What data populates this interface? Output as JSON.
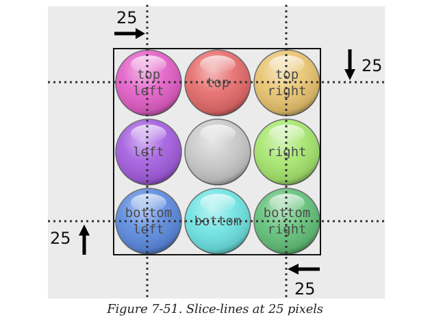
{
  "caption": "Figure 7-51. Slice-lines at 25 pixels",
  "slice_labels": {
    "top": "25",
    "right": "25",
    "bottom": "25",
    "left": "25"
  },
  "balls": [
    {
      "id": "top-left",
      "lines": [
        "top",
        "left"
      ],
      "color": "#e35fc7"
    },
    {
      "id": "top",
      "lines": [
        "top"
      ],
      "color": "#e66b6b"
    },
    {
      "id": "top-right",
      "lines": [
        "top",
        "right"
      ],
      "color": "#e9c470"
    },
    {
      "id": "left",
      "lines": [
        "left"
      ],
      "color": "#a45ee0"
    },
    {
      "id": "center",
      "lines": [],
      "color": "#c9c9c9"
    },
    {
      "id": "right",
      "lines": [
        "right"
      ],
      "color": "#a6e66e"
    },
    {
      "id": "bottom-left",
      "lines": [
        "bottom",
        "left"
      ],
      "color": "#5c8be0"
    },
    {
      "id": "bottom",
      "lines": [
        "bottom"
      ],
      "color": "#6ee3e3"
    },
    {
      "id": "bottom-right",
      "lines": [
        "bottom",
        "right"
      ],
      "color": "#63c27a"
    }
  ]
}
